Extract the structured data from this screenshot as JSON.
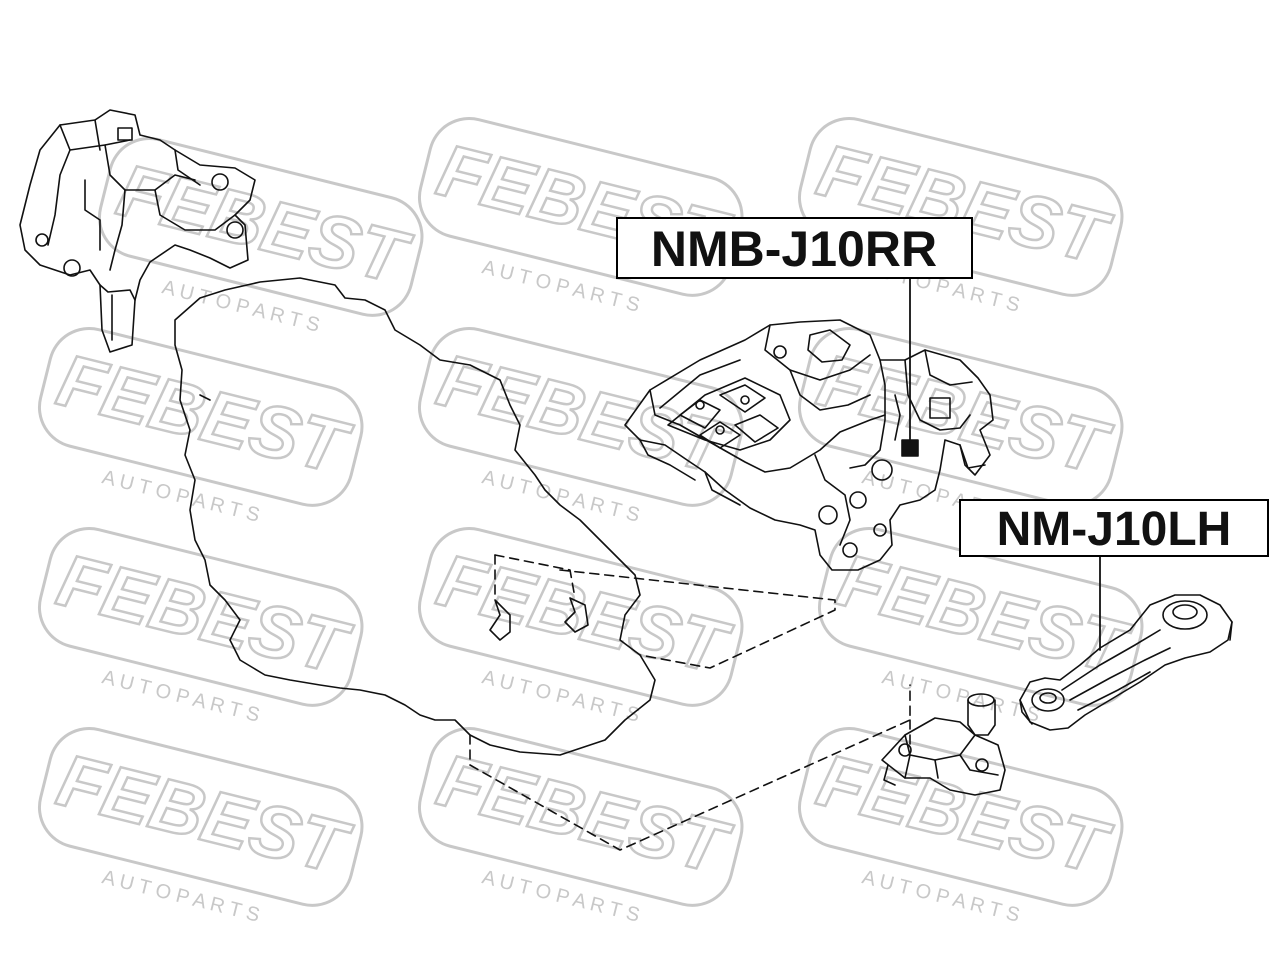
{
  "watermark": {
    "brand": "FEBEST",
    "tagline": "A U T O   P A R T S",
    "color": "#c8c8c8"
  },
  "labels": {
    "rear_mount": "NMB-J10RR",
    "left_mount": "NM-J10LH"
  },
  "colors": {
    "ink": "#111111",
    "label_border": "#000000",
    "background": "#ffffff"
  }
}
